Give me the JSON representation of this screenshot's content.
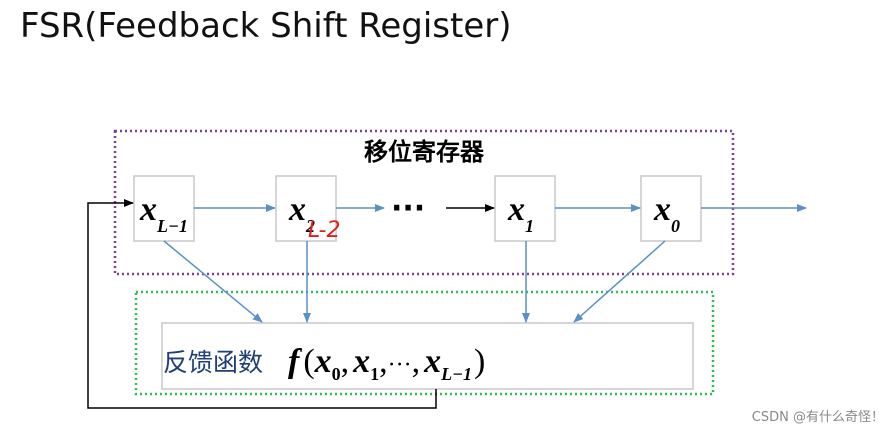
{
  "title": "FSR(Feedback Shift Register)",
  "register": {
    "label": "移位寄存器",
    "cells": [
      {
        "var": "x",
        "sub": "L−1"
      },
      {
        "var": "x",
        "sub": "2"
      },
      {
        "var": "x",
        "sub": "1"
      },
      {
        "var": "x",
        "sub": "0"
      }
    ],
    "ellipsis": "···"
  },
  "annotation": "L-2",
  "feedback": {
    "label_cjk": "反馈函数",
    "formula": {
      "fn": "f",
      "open": "(",
      "args": [
        {
          "var": "x",
          "sub": "0"
        },
        {
          "var": "x",
          "sub": "1"
        }
      ],
      "ellipsis": "···",
      "last": {
        "var": "x",
        "sub": "L−1"
      },
      "close": ")",
      "comma": ","
    }
  },
  "watermark": "CSDN @有什么奇怪！",
  "colors": {
    "register_border": "#7b3fa0",
    "feedback_border": "#2fbf4f",
    "arrow": "#5b8fc9",
    "feedback_text": "#1f3e7a",
    "annotation": "#e0201a",
    "cell_border": "#c8c8c8"
  }
}
